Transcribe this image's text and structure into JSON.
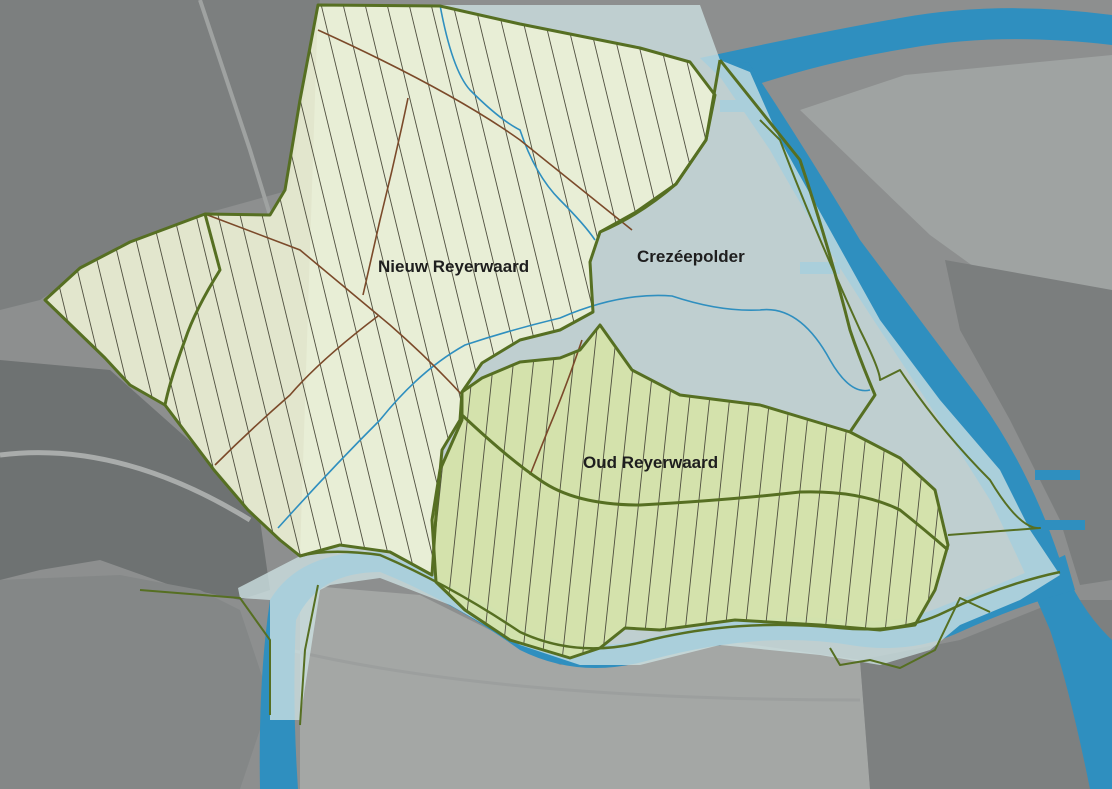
{
  "map": {
    "labels": {
      "nieuw_reyerwaard": "Nieuw Reyerwaard",
      "crezeepolder": "Crezéepolder",
      "oud_reyerwaard": "Oud Reyerwaard"
    },
    "colors": {
      "aerial_base": "#8d8f8f",
      "urban_dark": "#767979",
      "field_light": "#a3a6a5",
      "river": "#2f8fbf",
      "nieuw_fill": "#eef2d6",
      "oud_fill": "#d6e3a7",
      "crezee_fill": "#cde1e3",
      "outline": "#566f22",
      "parcel_line": "#4f4f3f",
      "division_line": "#7b4a2a",
      "stream": "#2f8fbf"
    }
  }
}
